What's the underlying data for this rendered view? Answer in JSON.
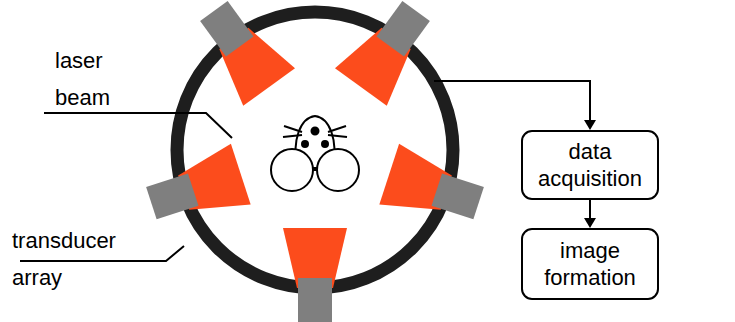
{
  "diagram": {
    "nodes": [
      {
        "text": [
          "data acquisition"
        ]
      },
      {
        "text": [
          "image formation"
        ]
      }
    ],
    "edges": [
      {
        "from": 0,
        "to": 1,
        "arrow": "to"
      }
    ],
    "labels": [
      "laser beam",
      "transducer array"
    ]
  }
}
